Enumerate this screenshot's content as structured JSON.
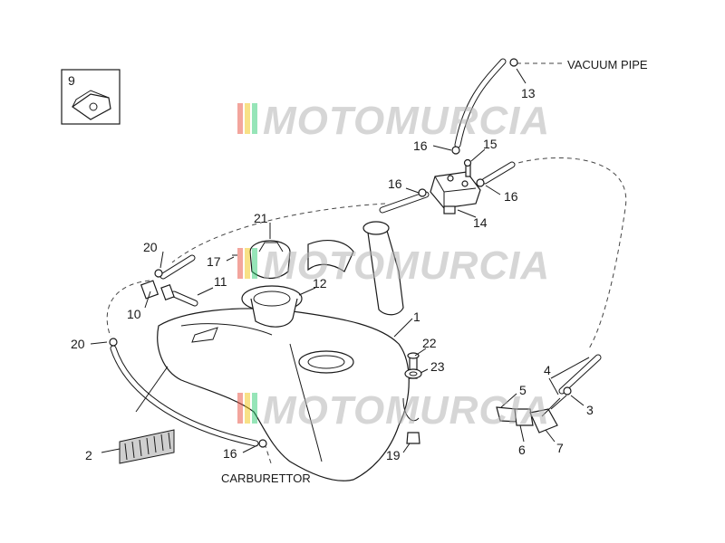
{
  "captions": {
    "vacuum_pipe": "VACUUM PIPE",
    "carburettor": "CARBURETTOR"
  },
  "watermark": {
    "text": "MOTOMURCIA",
    "stripe_colors": [
      "#e74c3c",
      "#f1c40f",
      "#2ecc71"
    ]
  },
  "callouts": {
    "n1": "1",
    "n2": "2",
    "n3": "3",
    "n4": "4",
    "n5": "5",
    "n6": "6",
    "n7": "7",
    "n9": "9",
    "n10": "10",
    "n11": "11",
    "n12": "12",
    "n13": "13",
    "n14": "14",
    "n15": "15",
    "n16a": "16",
    "n16b": "16",
    "n16c": "16",
    "n16d": "16",
    "n17": "17",
    "n19": "19",
    "n20a": "20",
    "n20b": "20",
    "n21": "21",
    "n22": "22",
    "n23": "23"
  }
}
